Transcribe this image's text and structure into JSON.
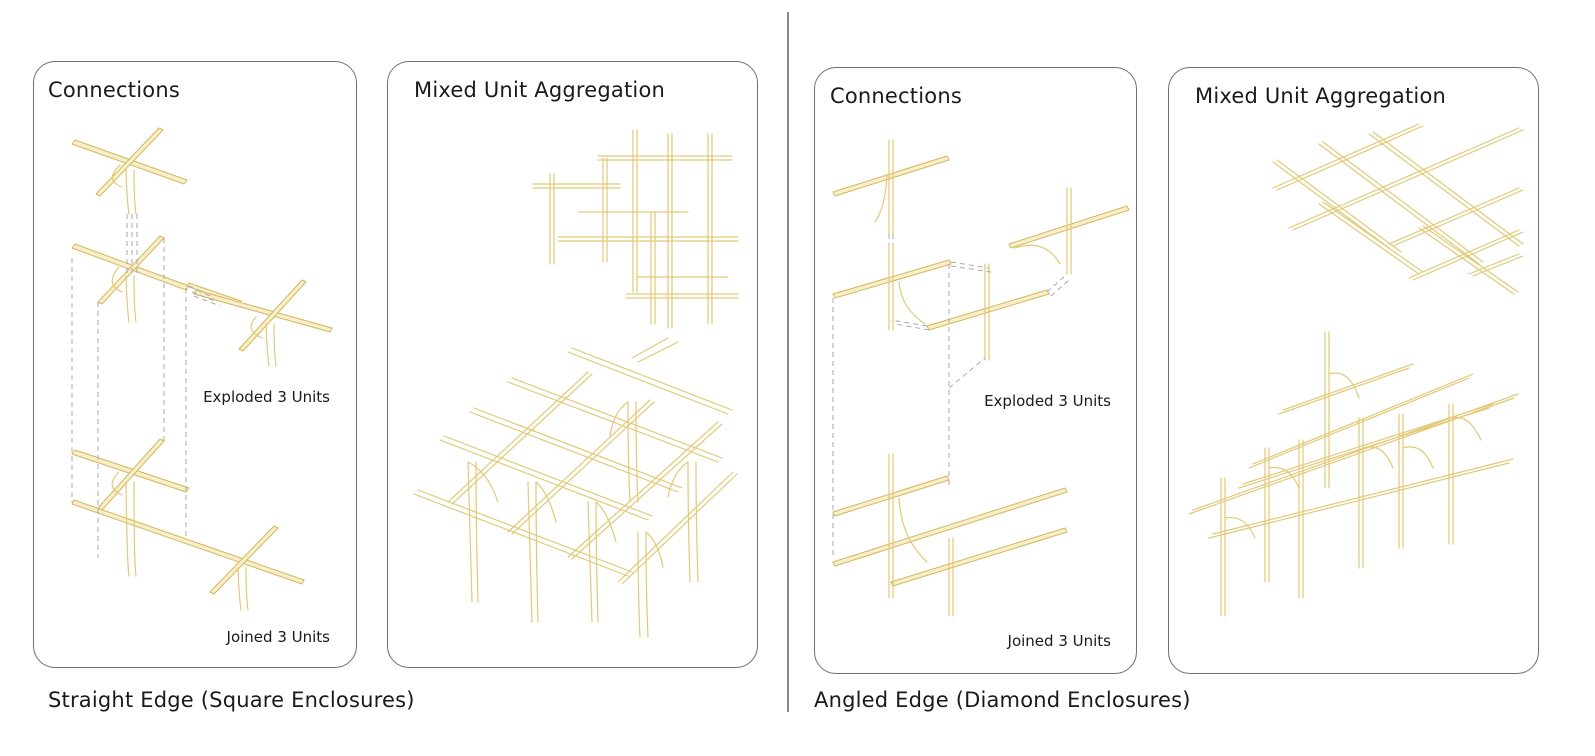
{
  "left_section": {
    "caption": "Straight Edge (Square Enclosures)",
    "connections_panel": {
      "title": "Connections",
      "exploded_label": "Exploded 3 Units",
      "joined_label": "Joined 3 Units"
    },
    "aggregation_panel": {
      "title": "Mixed Unit Aggregation"
    }
  },
  "right_section": {
    "caption": "Angled Edge (Diamond Enclosures)",
    "connections_panel": {
      "title": "Connections",
      "exploded_label": "Exploded 3 Units",
      "joined_label": "Joined 3 Units"
    },
    "aggregation_panel": {
      "title": "Mixed Unit Aggregation"
    }
  },
  "colors": {
    "structure": "#e2c977",
    "structure_fill": "#f7eecb",
    "border": "#6f6f6f",
    "dashed_guides": "#a9a9a9"
  }
}
